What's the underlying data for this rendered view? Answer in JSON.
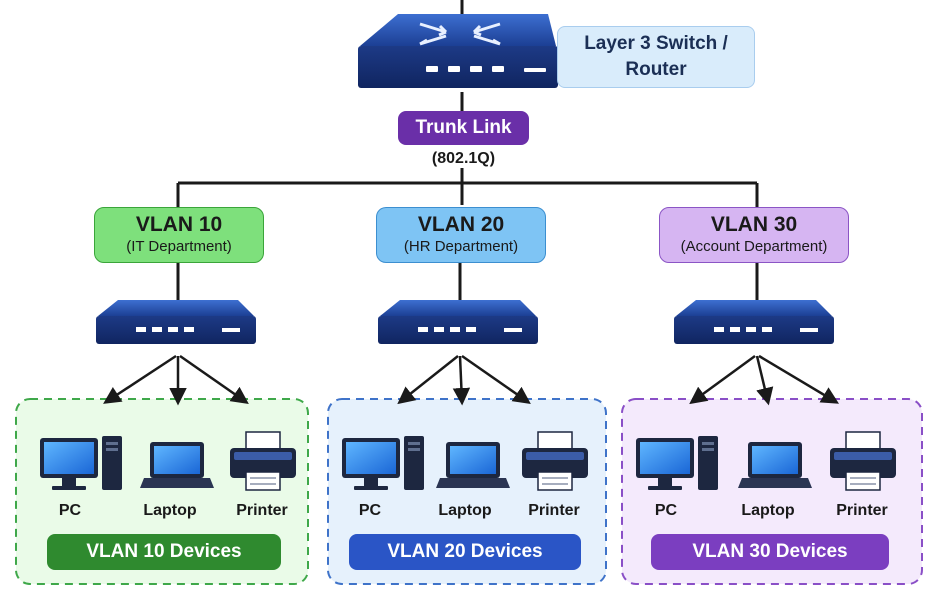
{
  "core": {
    "line1": "Layer 3 Switch /",
    "line2": "Router"
  },
  "trunk": {
    "label": "Trunk Link",
    "protocol": "(802.1Q)"
  },
  "vlans": [
    {
      "title": "VLAN 10",
      "dept": "(IT Department)",
      "color": "#7ee07c",
      "border": "#3aa53a",
      "zone_bg": "#eafbe8",
      "zone_border": "#3fa84a",
      "footer": "VLAN 10 Devices",
      "footer_color": "#2f8a2f",
      "devices": [
        "PC",
        "Laptop",
        "Printer"
      ]
    },
    {
      "title": "VLAN 20",
      "dept": "(HR Department)",
      "color": "#7ec4f4",
      "border": "#3c8fd0",
      "zone_bg": "#e6f1fc",
      "zone_border": "#3f73c9",
      "footer": "VLAN 20 Devices",
      "footer_color": "#2a55c6",
      "devices": [
        "PC",
        "Laptop",
        "Printer"
      ]
    },
    {
      "title": "VLAN 30",
      "dept": "(Account Department)",
      "color": "#d6b5f2",
      "border": "#8b55c5",
      "zone_bg": "#f4eafc",
      "zone_border": "#8a4fc7",
      "footer": "VLAN 30 Devices",
      "footer_color": "#7b3ec0",
      "devices": [
        "PC",
        "Laptop",
        "Printer"
      ]
    }
  ],
  "icons": {
    "switch": "network-switch-icon",
    "pc": "desktop-pc-icon",
    "laptop": "laptop-icon",
    "printer": "printer-icon"
  }
}
